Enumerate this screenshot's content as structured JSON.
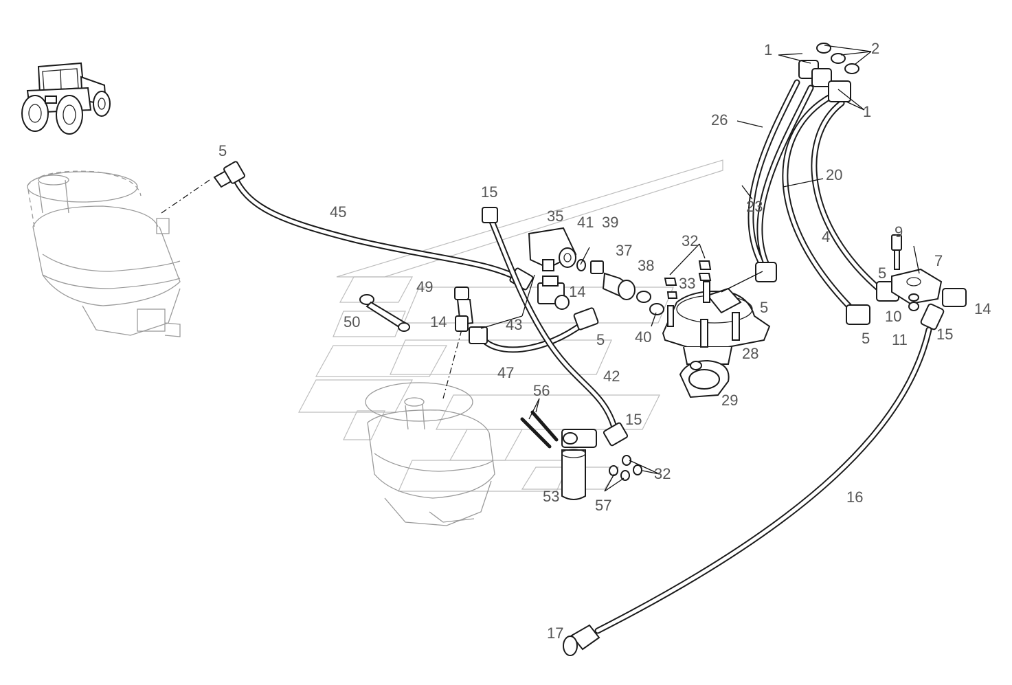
{
  "diagram": {
    "kind": "exploded-parts-diagram",
    "labels": [
      "1",
      "2",
      "1",
      "26",
      "20",
      "23",
      "4",
      "9",
      "7",
      "5",
      "5",
      "5",
      "14",
      "10",
      "11",
      "15",
      "5",
      "45",
      "15",
      "35",
      "41",
      "39",
      "37",
      "38",
      "32",
      "33",
      "14",
      "43",
      "49",
      "50",
      "14",
      "40",
      "5",
      "47",
      "28",
      "29",
      "42",
      "15",
      "56",
      "32",
      "53",
      "57",
      "16",
      "17"
    ]
  },
  "icons": {
    "tractor": "tractor-icon"
  }
}
